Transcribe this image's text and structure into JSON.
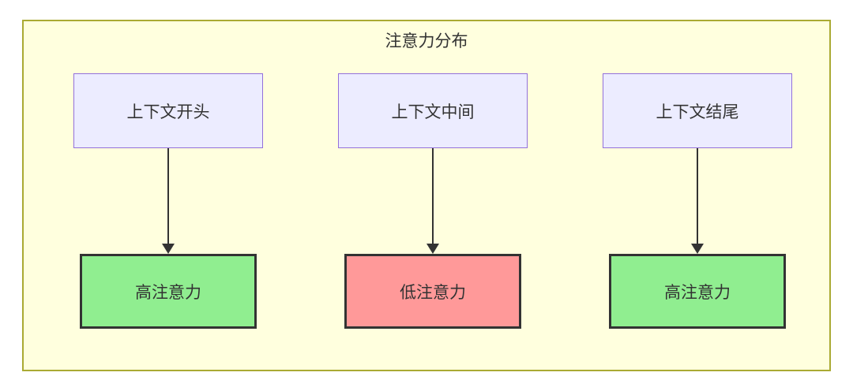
{
  "diagram": {
    "title": "注意力分布",
    "columns": [
      {
        "source": "上下文开头",
        "result": "高注意力",
        "attention": "high"
      },
      {
        "source": "上下文中间",
        "result": "低注意力",
        "attention": "low"
      },
      {
        "source": "上下文结尾",
        "result": "高注意力",
        "attention": "high"
      }
    ]
  },
  "colors": {
    "canvas_fill": "#ffffde",
    "canvas_border": "#aaaa33",
    "node_fill": "#ececff",
    "node_border": "#9370db",
    "high_fill": "#90ee90",
    "low_fill": "#ff9999",
    "result_border": "#333333",
    "arrow": "#333333",
    "text": "#333333"
  }
}
